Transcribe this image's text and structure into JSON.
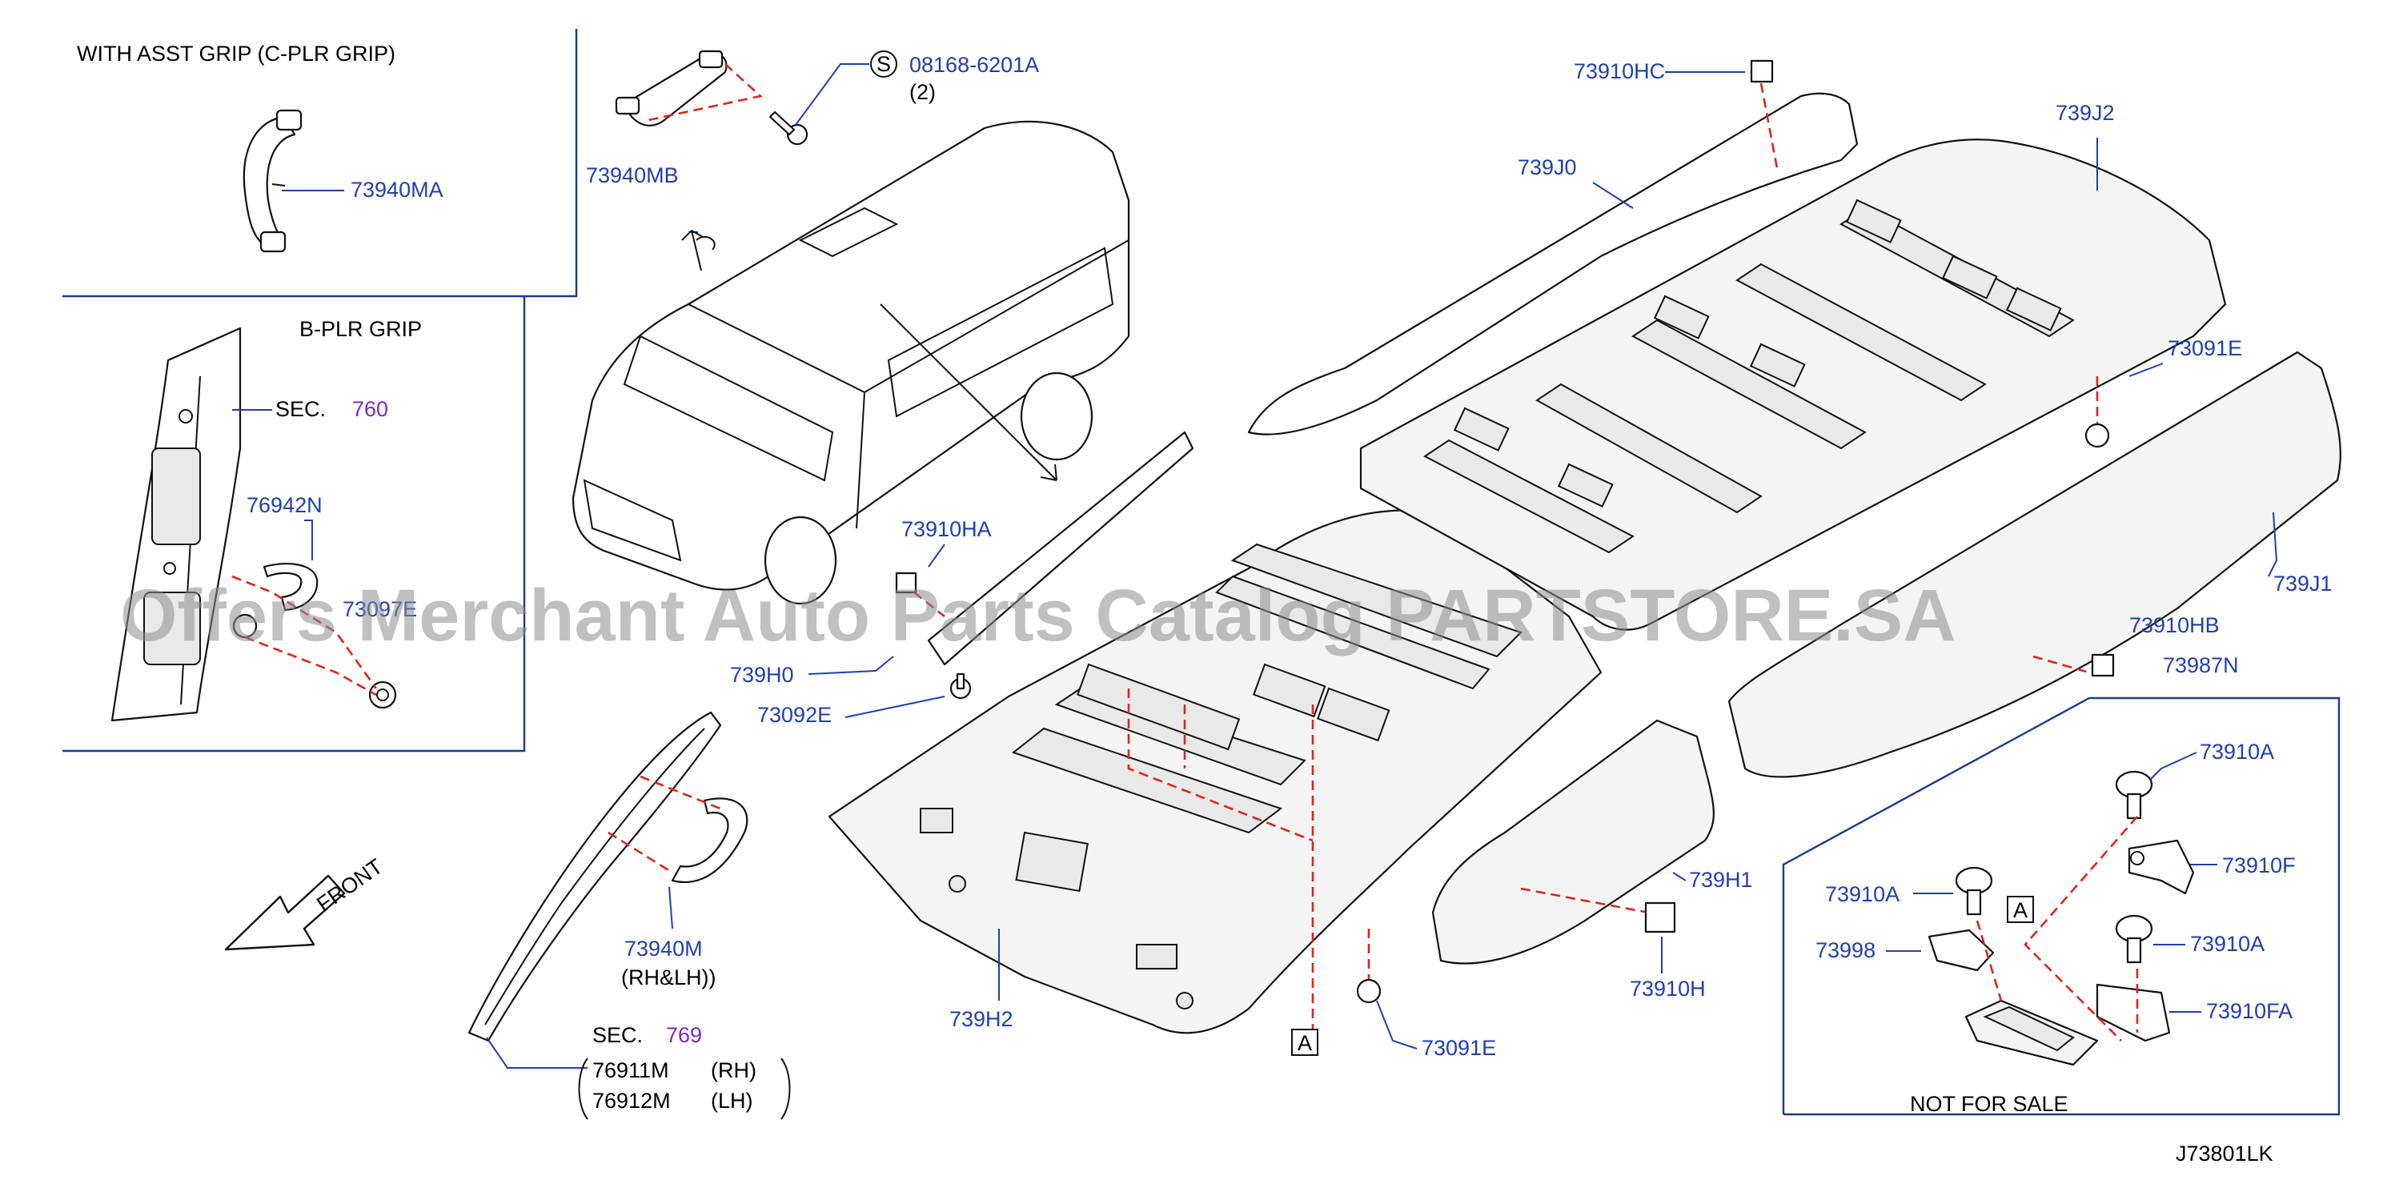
{
  "diagram": {
    "panels": {
      "asst_grip": "WITH   ASST   GRIP   (C-PLR   GRIP)",
      "bplr_grip": "B-PLR   GRIP",
      "not_for_sale": "NOT   FOR   SALE"
    },
    "watermark": "Offers Merchant Auto Parts Catalog PARTSTORE.SA",
    "front_label": "FRONT",
    "diagram_code": "J73801LK",
    "sections": {
      "sec760_prefix": "SEC.",
      "sec760_num": "760",
      "sec769_prefix": "SEC.",
      "sec769_num": "769"
    },
    "callout_A": "A",
    "screw_symbol": "S",
    "parts": {
      "p73940MA": "73940MA",
      "p73940MB": "73940MB",
      "p08168": "08168-6201A",
      "p08168_qty": "(2)",
      "p76942N": "76942N",
      "p73097E": "73097E",
      "p73940M": "73940M",
      "p73940M_note": "(RH&LH))",
      "p76911M": "76911M",
      "p76911M_side": "(RH)",
      "p76912M": "76912M",
      "p76912M_side": "(LH)",
      "p73910HA": "73910HA",
      "p739H0": "739H0",
      "p73092E": "73092E",
      "p739H2": "739H2",
      "p73091E_lower": "73091E",
      "p739H1": "739H1",
      "p73910H": "73910H",
      "p73910HC": "73910HC",
      "p739J0": "739J0",
      "p739J2": "739J2",
      "p73091E_upper": "73091E",
      "p739J1": "739J1",
      "p73910HB": "73910HB",
      "p73987N": "73987N",
      "p73910A_1": "73910A",
      "p73910F": "73910F",
      "p73910A_2": "73910A",
      "p73998": "73998",
      "p73910A_3": "73910A",
      "p73910FA": "73910FA"
    }
  }
}
